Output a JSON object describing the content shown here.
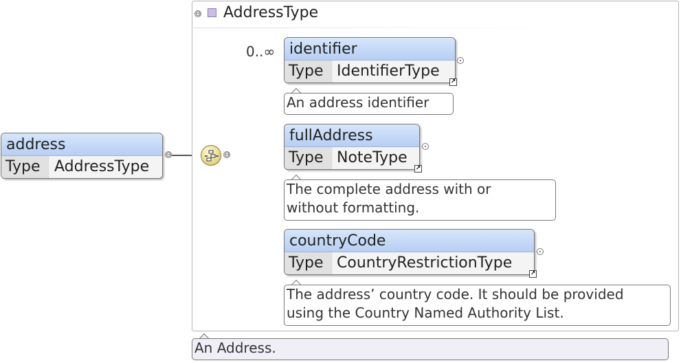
{
  "root": {
    "name": "address",
    "type_label": "Type",
    "type": "AddressType"
  },
  "group": {
    "title": "AddressType"
  },
  "children": [
    {
      "name": "identifier",
      "type_label": "Type",
      "type": "IdentifierType",
      "cardinality": "0..∞",
      "doc": "An address identifier"
    },
    {
      "name": "fullAddress",
      "type_label": "Type",
      "type": "NoteType",
      "doc_lines": [
        "The complete address with or",
        "without formatting."
      ]
    },
    {
      "name": "countryCode",
      "type_label": "Type",
      "type": "CountryRestrictionType",
      "doc_lines": [
        "The address’ country code. It should be provided",
        "using the Country Named Authority List."
      ]
    }
  ],
  "group_doc": "An Address.",
  "icons": {
    "collapse": "⊖",
    "sequence": "sequence-compositor-icon",
    "link": "↗",
    "group_marker": "square-icon"
  },
  "colors": {
    "header_top": "#d7e6fb",
    "header_bottom": "#b7cff3",
    "group_marker": "#cdbde6"
  }
}
